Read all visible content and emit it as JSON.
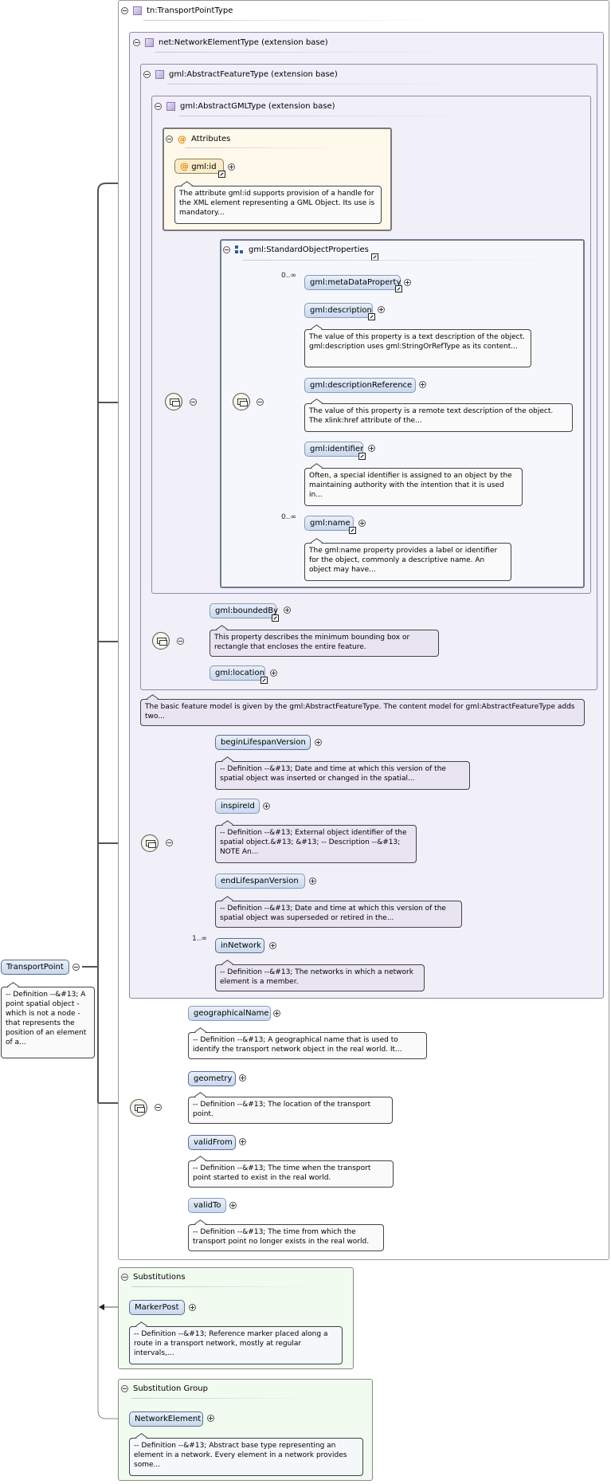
{
  "root": {
    "element": "TransportPoint",
    "doc": "-- Definition --&#13; A point spatial object - which is not a node - that represents the position of an element of a..."
  },
  "types": {
    "transport_point": "tn:TransportPointType",
    "network_element": "net:NetworkElementType (extension base)",
    "abstract_feature": "gml:AbstractFeatureType (extension base)",
    "abstract_gml": "gml:AbstractGMLType (extension base)"
  },
  "attributes": {
    "title": "Attributes",
    "id_label": "gml:id",
    "id_doc": "The attribute gml:id supports provision of a handle for the XML element representing a GML Object. Its use is mandatory..."
  },
  "standard_props": {
    "title": "gml:StandardObjectProperties",
    "meta_card": "0..∞",
    "meta": "gml:metaDataProperty",
    "description": "gml:description",
    "description_doc": "The value of this property is a text description of the object. gml:description uses gml:StringOrRefType as its content...",
    "description_ref": "gml:descriptionReference",
    "description_ref_doc": "The value of this property is a remote text description of the object. The xlink:href attribute of the...",
    "identifier": "gml:identifier",
    "identifier_doc": "Often, a special identifier is assigned to an object by the maintaining authority with the intention that it is used in...",
    "name_card": "0..∞",
    "name": "gml:name",
    "name_doc": "The gml:name property provides a label or identifier for the object, commonly a descriptive name. An object may have..."
  },
  "feature": {
    "bounded_by": "gml:boundedBy",
    "bounded_by_doc": "This property describes the minimum bounding box or rectangle that encloses the entire feature.",
    "location": "gml:location",
    "feature_doc": "The basic feature model is given by the gml:AbstractFeatureType. The content model for gml:AbstractFeatureType adds two..."
  },
  "network": {
    "begin": "beginLifespanVersion",
    "begin_doc": "-- Definition --&#13; Date and time at which this version of the spatial object was inserted or changed in the spatial...",
    "inspire": "inspireId",
    "inspire_doc": "-- Definition --&#13; External object identifier of the spatial object.&#13; &#13; -- Description --&#13; NOTE An...",
    "end": "endLifespanVersion",
    "end_doc": "-- Definition --&#13; Date and time at which this version of the spatial object was superseded or retired in the...",
    "in_network_card": "1..∞",
    "in_network": "inNetwork",
    "in_network_doc": "-- Definition --&#13; The networks in which a network element is a member."
  },
  "transport": {
    "geo_name": "geographicalName",
    "geo_name_doc": "-- Definition --&#13; A geographical name that is used to identify the transport network object in the real world. It...",
    "geometry": "geometry",
    "geometry_doc": "-- Definition --&#13; The location of the transport point.",
    "valid_from": "validFrom",
    "valid_from_doc": "-- Definition --&#13; The time when the transport point started to exist in the real world.",
    "valid_to": "validTo",
    "valid_to_doc": "-- Definition --&#13; The time from which the transport point no longer exists in the real world."
  },
  "substitutions": {
    "title": "Substitutions",
    "item": "MarkerPost",
    "item_doc": "-- Definition --&#13; Reference marker placed along a route in a transport network, mostly at regular intervals,..."
  },
  "substitution_group": {
    "title": "Substitution Group",
    "item": "NetworkElement",
    "item_doc": "-- Definition --&#13; Abstract base type representing an element in a network. Every element in a network provides some..."
  }
}
